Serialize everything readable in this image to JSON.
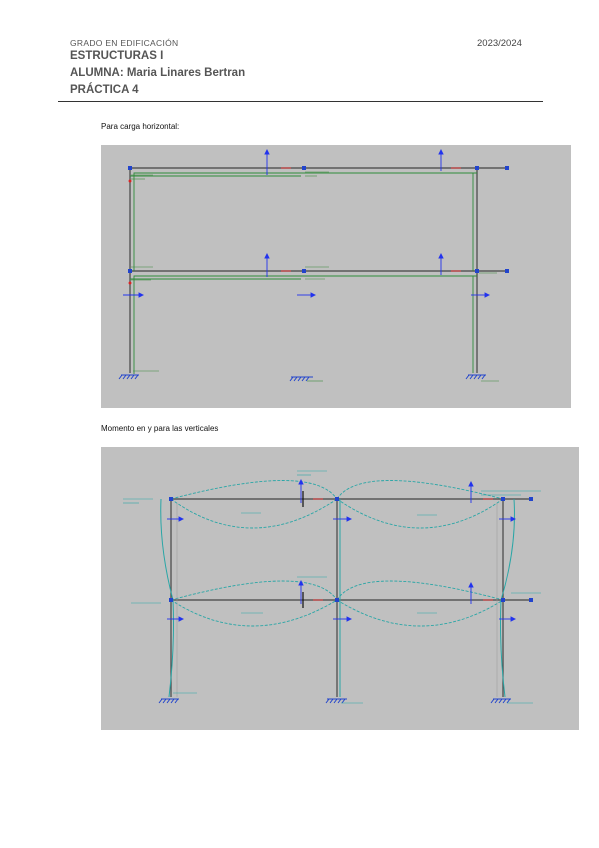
{
  "header": {
    "program": "GRADO EN EDIFICACIÓN",
    "year": "2023/2024",
    "course": "ESTRUCTURAS I",
    "student": "ALUMNA: Maria Linares Bertran",
    "practice": "PRÁCTICA 4"
  },
  "figures": [
    {
      "caption": "Para carga horizontal:"
    },
    {
      "caption": "Momento en y para las verticales"
    }
  ],
  "colors": {
    "panel_background": "#c0c0c0",
    "beam_line": "#555555",
    "diagram_green": "#2e8b3a",
    "diagram_cyan": "#2aa6a6",
    "load_arrow_blue": "#2233ee",
    "reaction_red": "#dd2222"
  }
}
